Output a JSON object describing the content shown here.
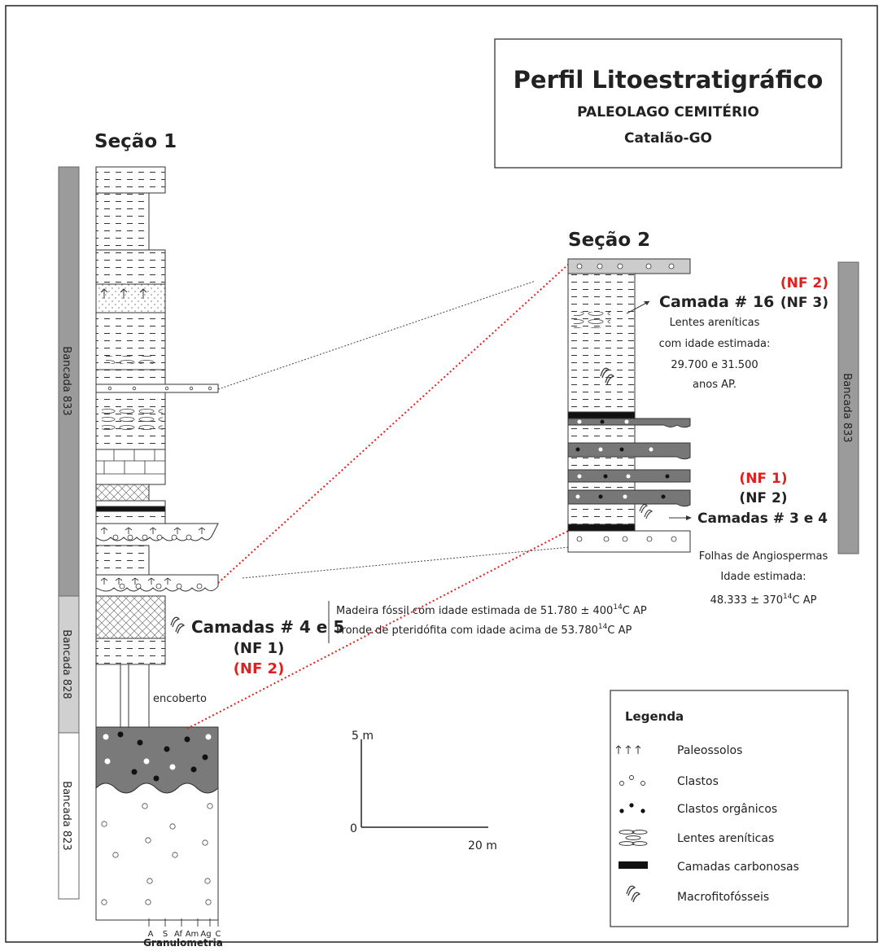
{
  "title_box": {
    "title": "Perfil Litoestratigráfico",
    "subtitle": "PALEOLAGO CEMITÉRIO",
    "location": "Catalão-GO"
  },
  "section1": {
    "label": "Seção 1",
    "bancadas": [
      "Bancada 833",
      "Bancada 828",
      "Bancada 823"
    ],
    "encoberto": "encoberto",
    "layers_label": "Camadas # 4 e 5",
    "nf_a": "(NF 1)",
    "nf_b": "(NF 2)",
    "note_line1": "Madeira fóssil com idade estimada de 51.780 ± 400",
    "note_line1_sup": "14",
    "note_line1_end": "C AP",
    "note_line2": "Fronde de pteridófita com idade acima de 53.780",
    "note_line2_sup": "14",
    "note_line2_end": "C AP",
    "granulometry_ticks": [
      "A",
      "S",
      "Af",
      "Am",
      "Ag",
      "C"
    ],
    "granulometry_label": "Granulometria"
  },
  "section2": {
    "label": "Seção 2",
    "bancada": "Bancada 833",
    "upper": {
      "nf_red": "(NF 2)",
      "layer": "Camada # 16",
      "nf_black": "(NF 3)",
      "desc": [
        "Lentes areníticas",
        "com idade estimada:",
        "29.700 e 31.500",
        "anos AP."
      ]
    },
    "lower": {
      "nf_red": "(NF 1)",
      "nf_black": "(NF 2)",
      "layer": "Camadas # 3 e 4",
      "desc1": "Folhas de Angiospermas",
      "desc2": "Idade estimada:",
      "age": "48.333 ± 370",
      "age_sup": "14",
      "age_end": "C AP"
    }
  },
  "scale": {
    "y_label": "5 m",
    "origin": "0",
    "x_label": "20 m"
  },
  "legend": {
    "title": "Legenda",
    "items": [
      {
        "icon": "paleosol-icon",
        "label": "Paleossolos"
      },
      {
        "icon": "clasts-icon",
        "label": "Clastos"
      },
      {
        "icon": "organic-clasts-icon",
        "label": "Clastos orgânicos"
      },
      {
        "icon": "sandstone-lenses-icon",
        "label": "Lentes areníticas"
      },
      {
        "icon": "carbonaceous-layers-icon",
        "label": "Camadas carbonosas"
      },
      {
        "icon": "macrofossil-icon",
        "label": "Macrofitofósseis"
      }
    ]
  },
  "colors": {
    "red": "#e0201e",
    "grey_bar": "#9b9b9b",
    "dark_grey": "#777777"
  }
}
